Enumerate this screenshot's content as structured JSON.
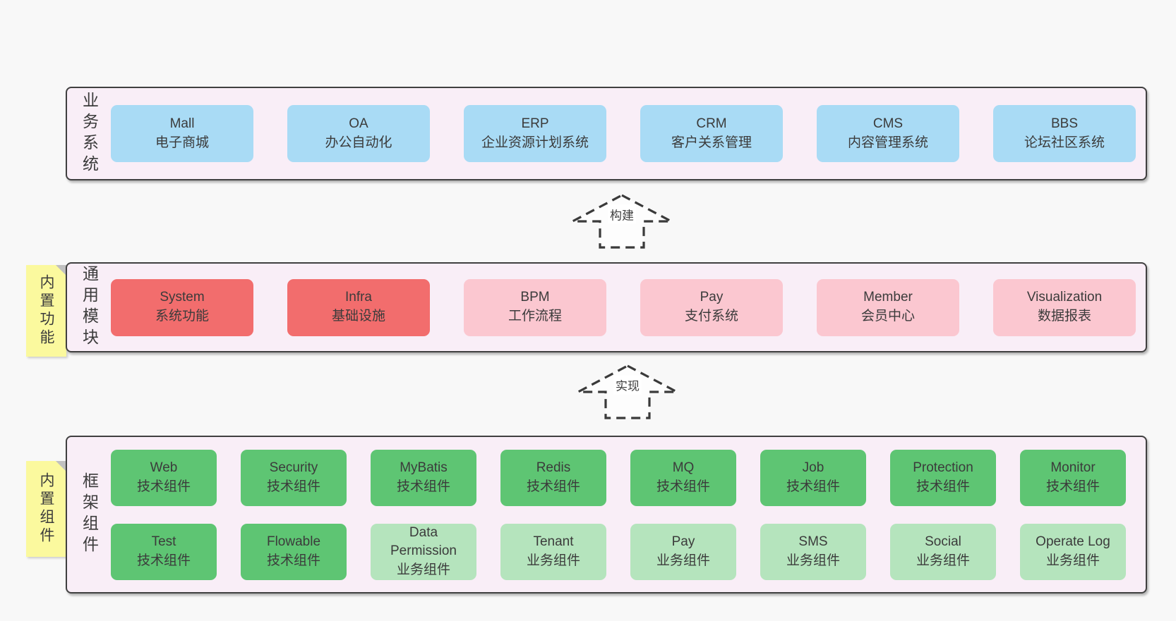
{
  "colors": {
    "page_bg": "#f8f8f8",
    "panel_bg": "#f9eef7",
    "panel_border": "#404040",
    "text": "#3b3b3b",
    "blue_box": "#a9dbf5",
    "red_box": "#f26d6d",
    "pink_box": "#fbc7d0",
    "green_box": "#5ec573",
    "light_green_box": "#b5e4bd",
    "sticky_yellow": "#fbf99e",
    "sticky_fold": "#c0c0c0"
  },
  "layers": {
    "business": {
      "label": "业务系统",
      "boxes": [
        {
          "title": "Mall",
          "subtitle": "电子商城",
          "variant": "blue"
        },
        {
          "title": "OA",
          "subtitle": "办公自动化",
          "variant": "blue"
        },
        {
          "title": "ERP",
          "subtitle": "企业资源计划系统",
          "variant": "blue"
        },
        {
          "title": "CRM",
          "subtitle": "客户关系管理",
          "variant": "blue"
        },
        {
          "title": "CMS",
          "subtitle": "内容管理系统",
          "variant": "blue"
        },
        {
          "title": "BBS",
          "subtitle": "论坛社区系统",
          "variant": "blue"
        }
      ]
    },
    "modules": {
      "label": "通用模块",
      "sticky": "内置功能",
      "boxes": [
        {
          "title": "System",
          "subtitle": "系统功能",
          "variant": "red"
        },
        {
          "title": "Infra",
          "subtitle": "基础设施",
          "variant": "red"
        },
        {
          "title": "BPM",
          "subtitle": "工作流程",
          "variant": "pink"
        },
        {
          "title": "Pay",
          "subtitle": "支付系统",
          "variant": "pink"
        },
        {
          "title": "Member",
          "subtitle": "会员中心",
          "variant": "pink"
        },
        {
          "title": "Visualization",
          "subtitle": "数据报表",
          "variant": "pink"
        }
      ]
    },
    "components": {
      "label": "框架组件",
      "sticky": "内置组件",
      "rows": [
        [
          {
            "title": "Web",
            "subtitle": "技术组件",
            "variant": "green"
          },
          {
            "title": "Security",
            "subtitle": "技术组件",
            "variant": "green"
          },
          {
            "title": "MyBatis",
            "subtitle": "技术组件",
            "variant": "green"
          },
          {
            "title": "Redis",
            "subtitle": "技术组件",
            "variant": "green"
          },
          {
            "title": "MQ",
            "subtitle": "技术组件",
            "variant": "green"
          },
          {
            "title": "Job",
            "subtitle": "技术组件",
            "variant": "green"
          },
          {
            "title": "Protection",
            "subtitle": "技术组件",
            "variant": "green"
          },
          {
            "title": "Monitor",
            "subtitle": "技术组件",
            "variant": "green"
          }
        ],
        [
          {
            "title": "Test",
            "subtitle": "技术组件",
            "variant": "green"
          },
          {
            "title": "Flowable",
            "subtitle": "技术组件",
            "variant": "green"
          },
          {
            "title": "Data Permission",
            "subtitle": "业务组件",
            "variant": "lightgreen"
          },
          {
            "title": "Tenant",
            "subtitle": "业务组件",
            "variant": "lightgreen"
          },
          {
            "title": "Pay",
            "subtitle": "业务组件",
            "variant": "lightgreen"
          },
          {
            "title": "SMS",
            "subtitle": "业务组件",
            "variant": "lightgreen"
          },
          {
            "title": "Social",
            "subtitle": "业务组件",
            "variant": "lightgreen"
          },
          {
            "title": "Operate Log",
            "subtitle": "业务组件",
            "variant": "lightgreen"
          }
        ]
      ]
    }
  },
  "arrows": {
    "build": {
      "label": "构建"
    },
    "implement": {
      "label": "实现"
    }
  }
}
